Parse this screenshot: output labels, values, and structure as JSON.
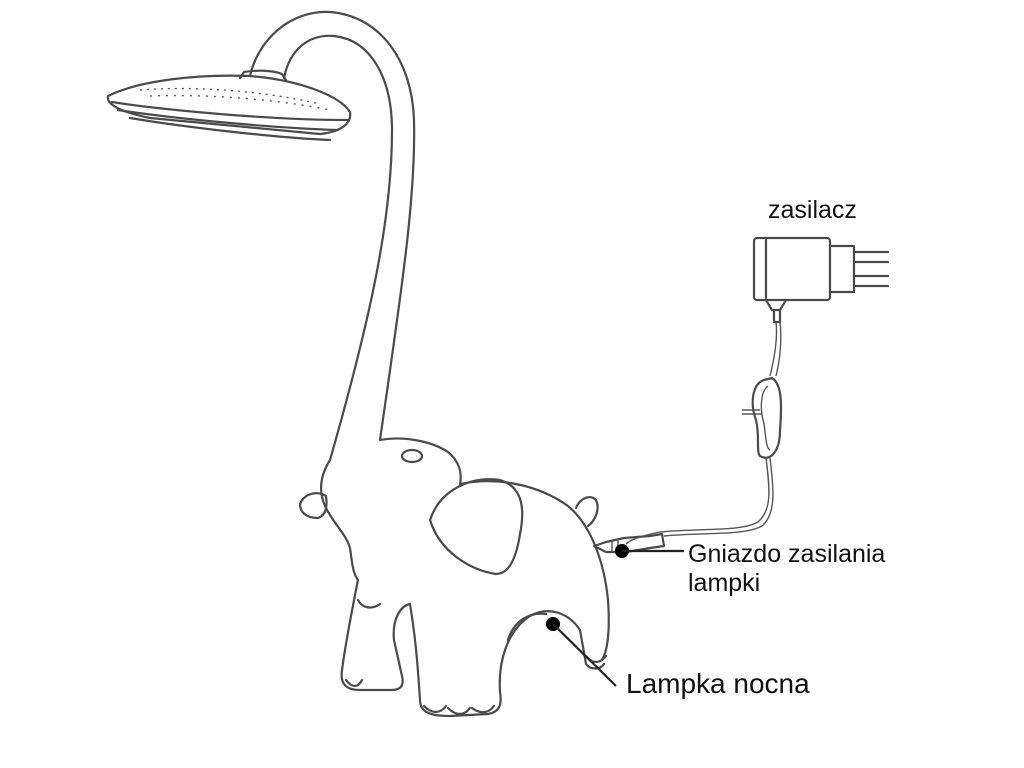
{
  "diagram": {
    "labels": {
      "power_supply": "zasilacz",
      "power_socket_line1": "Gniazdo zasilania",
      "power_socket_line2": "lampki",
      "night_light": "Lampka nocna"
    }
  }
}
